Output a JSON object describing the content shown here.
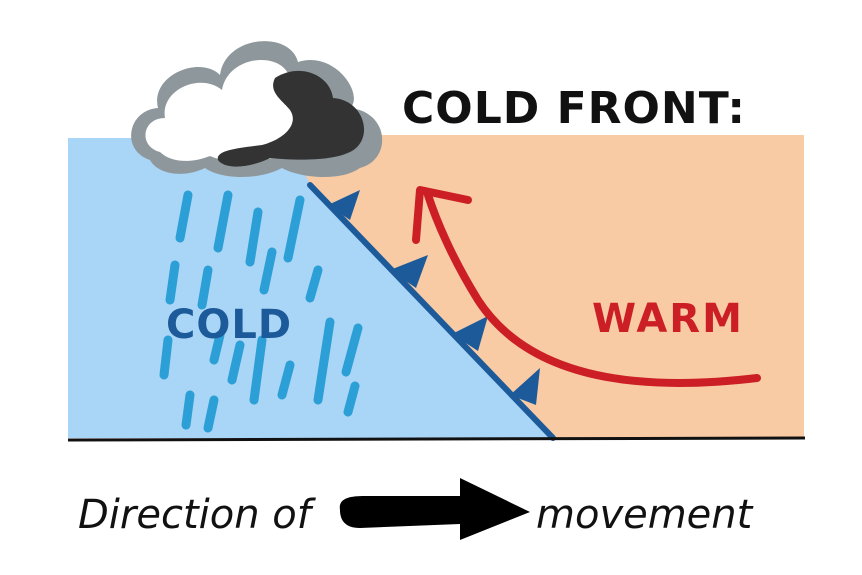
{
  "title": "COLD FRONT:",
  "cold_label": "COLD",
  "warm_label": "WARM",
  "caption_left": "Direction of",
  "caption_right": "movement",
  "colors": {
    "cold_air": "#a9d5f7",
    "warm_air": "#f9cba5",
    "front_line": "#1d5a9a",
    "rain": "#2c9fd6",
    "warm_arrow": "#cc1f25",
    "cloud_light": "#ffffff",
    "cloud_dark": "#333333",
    "cloud_outline": "#8e989c"
  },
  "icons": [
    "cloud-icon",
    "rain-icon",
    "direction-arrow-icon",
    "warm-air-arrow-icon"
  ]
}
